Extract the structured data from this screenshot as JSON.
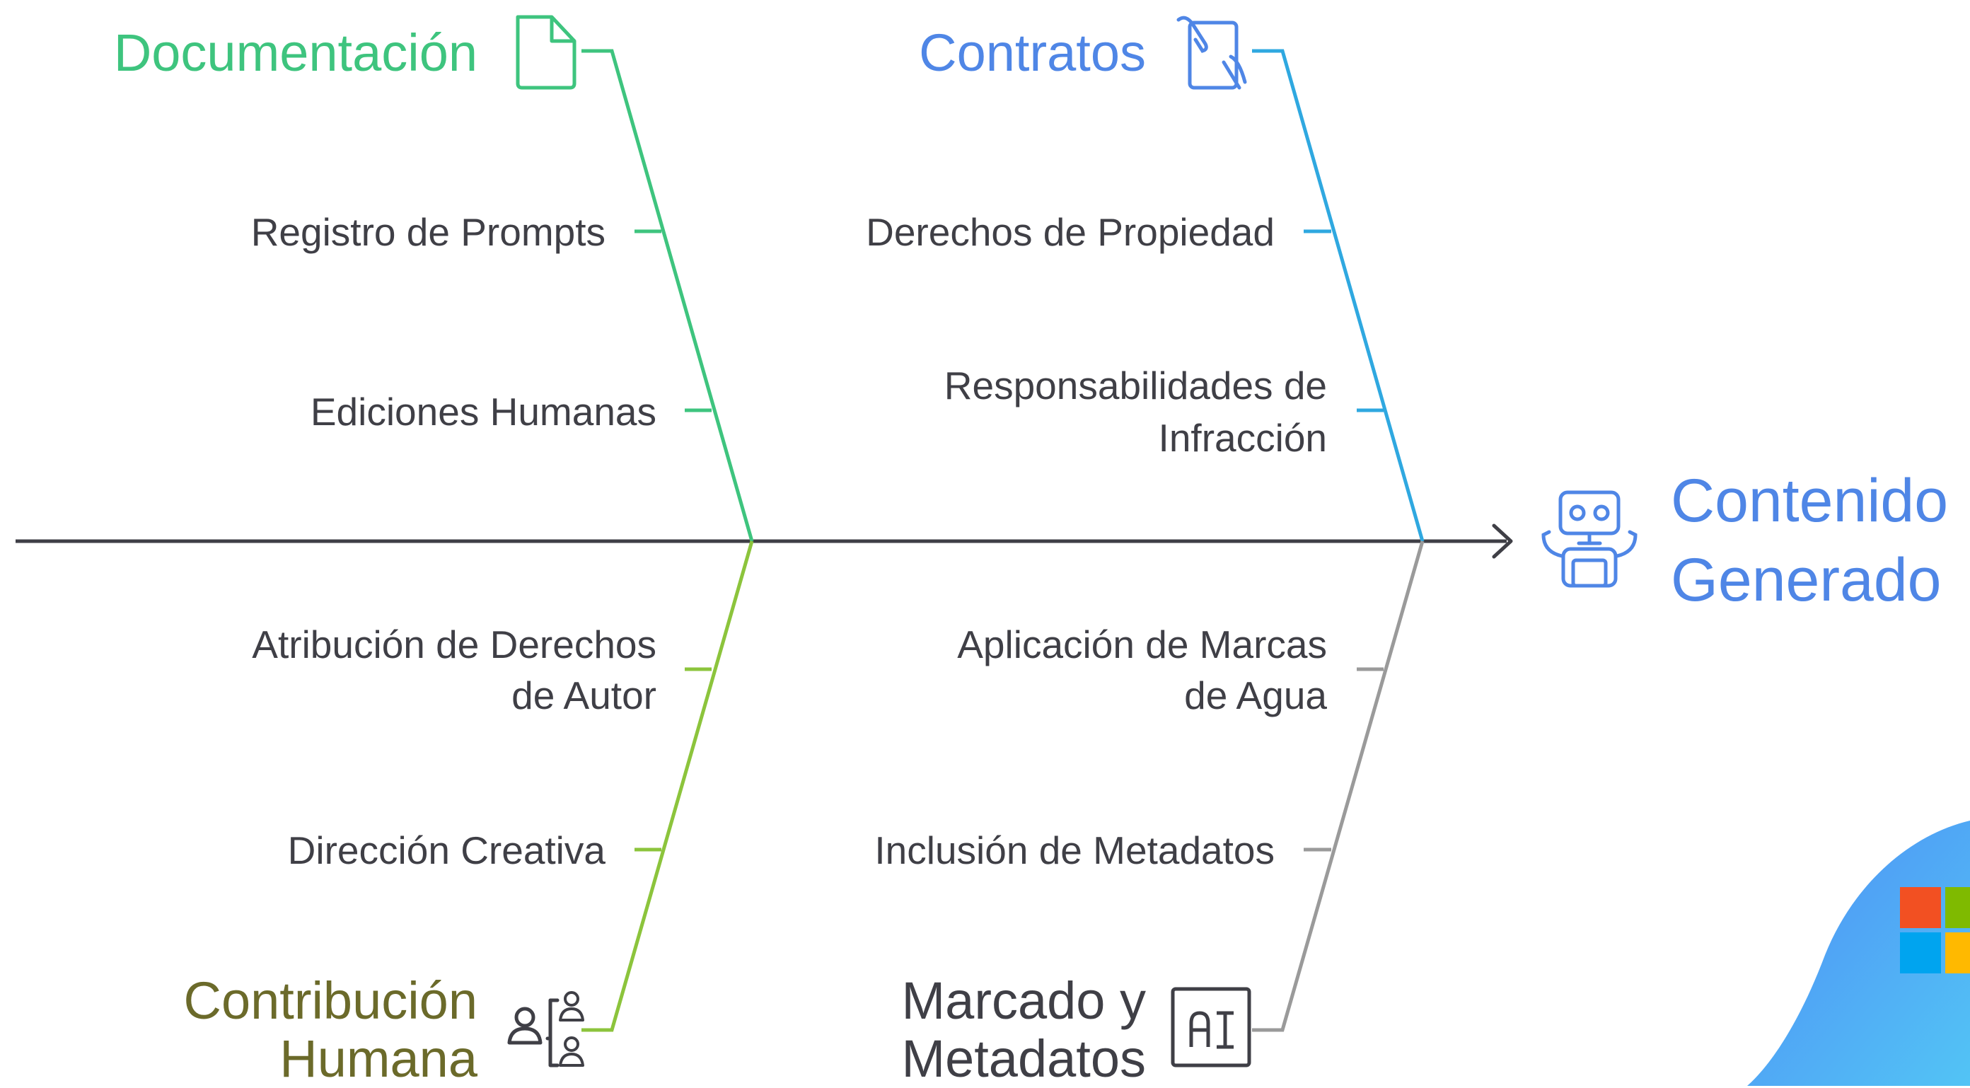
{
  "head": {
    "line1": "Contenido",
    "line2": "Generado",
    "icon": "robot-icon",
    "color": "#4f86e6"
  },
  "categories": [
    {
      "id": "documentacion",
      "label": "Documentación",
      "icon": "document-icon",
      "color": "#3ec47e",
      "causes": [
        "Registro de Prompts",
        "Ediciones Humanas"
      ]
    },
    {
      "id": "contratos",
      "label": "Contratos",
      "icon": "hand-signing-contract-icon",
      "color": "#4f86e6",
      "line_color": "#2fa8e0",
      "causes": [
        "Derechos de Propiedad",
        "Responsabilidades de Infracción"
      ]
    },
    {
      "id": "contribucion",
      "label_line1": "Contribución",
      "label_line2": "Humana",
      "icon": "people-hierarchy-icon",
      "color": "#6b6a2a",
      "line_color": "#8cc43c",
      "causes": [
        "Atribución de Derechos de Autor",
        "Dirección Creativa"
      ]
    },
    {
      "id": "marcado",
      "label_line1": "Marcado y",
      "label_line2": "Metadatos",
      "icon": "ai-tag-icon",
      "color": "#3f3f46",
      "line_color": "#9a9a9a",
      "causes": [
        "Aplicación de Marcas de Agua",
        "Inclusión de Metadatos"
      ]
    }
  ],
  "cause_lines": {
    "responsabilidades": [
      "Responsabilidades de",
      "Infracción"
    ],
    "atribucion": [
      "Atribución de Derechos",
      "de Autor"
    ],
    "aplicacion": [
      "Aplicación de Marcas",
      "de Agua"
    ]
  },
  "spine_color": "#3f3f46",
  "watermark": {
    "icon": "windows-logo-icon",
    "colors": [
      "#f25022",
      "#7fba00",
      "#00a4ef",
      "#ffb900"
    ]
  }
}
